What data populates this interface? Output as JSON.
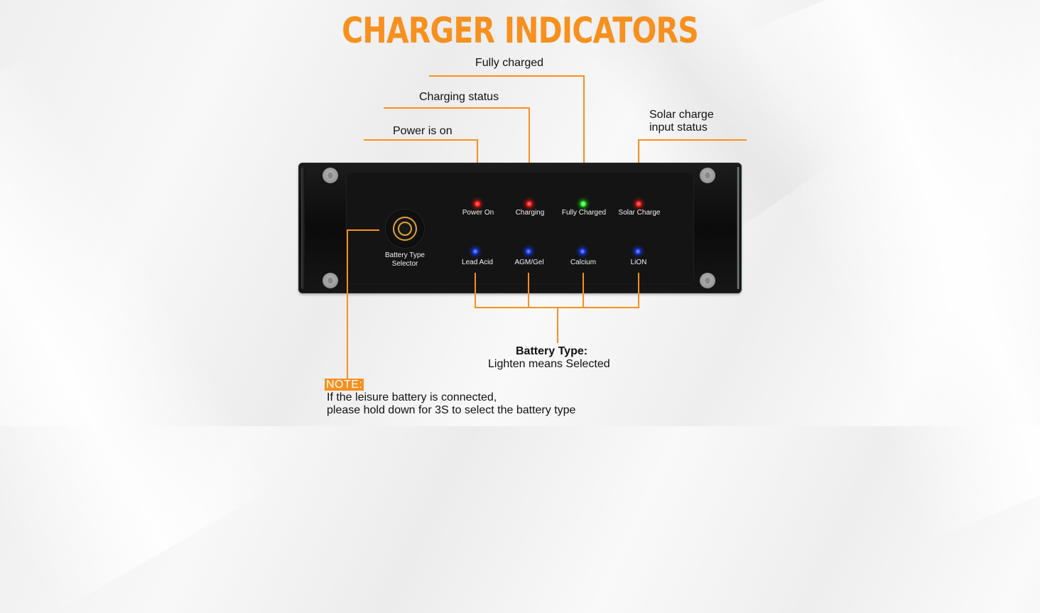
{
  "title": "CHARGER INDICATORS",
  "callouts": {
    "fully_charged": "Fully charged",
    "charging_status": "Charging status",
    "power_on": "Power is on",
    "solar_line1": "Solar charge",
    "solar_line2": "input status"
  },
  "device": {
    "selector_line1": "Battery Type",
    "selector_line2": "Selector",
    "status_leds": [
      {
        "label": "Power On",
        "color": "red"
      },
      {
        "label": "Charging",
        "color": "red"
      },
      {
        "label": "Fully Charged",
        "color": "green"
      },
      {
        "label": "Solar Charge",
        "color": "red"
      }
    ],
    "battery_leds": [
      {
        "label": "Lead Acid",
        "color": "blue"
      },
      {
        "label": "AGM/Gel",
        "color": "blue"
      },
      {
        "label": "Calcium",
        "color": "blue"
      },
      {
        "label": "LiON",
        "color": "blue"
      }
    ]
  },
  "battery_type": {
    "heading": "Battery Type:",
    "description": "Lighten means Selected"
  },
  "note": {
    "tag": "NOTE:",
    "line1": "If the leisure battery is connected,",
    "line2": "please hold down for 3S to select the battery type"
  },
  "colors": {
    "accent": "#f7901e",
    "led_red": "#ff1a1a",
    "led_green": "#22ee22",
    "led_blue": "#1a3cff"
  }
}
